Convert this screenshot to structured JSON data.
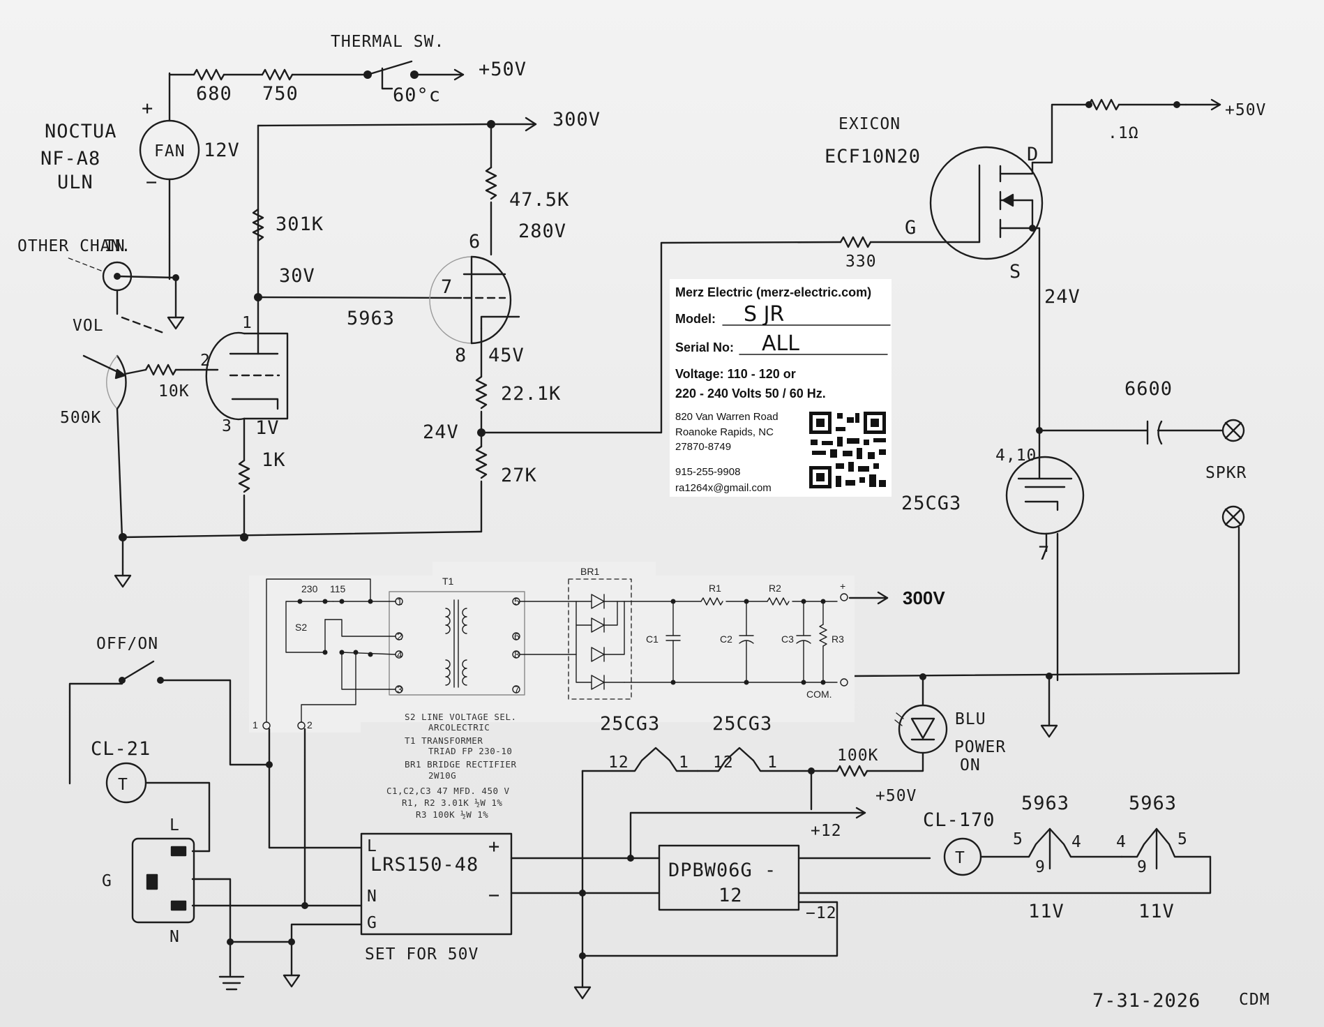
{
  "fan": {
    "brand": "NOCTUA",
    "model": "NF-A8",
    "variant": "ULN",
    "label": "FAN",
    "voltage": "12V",
    "plus": "+",
    "minus": "−"
  },
  "fan_chain": {
    "r1": "680",
    "r2": "750",
    "switch_label": "THERMAL SW.",
    "temp": "60°c",
    "supply": "+50V"
  },
  "input": {
    "other_channel": "OTHER CHAN.",
    "in": "IN",
    "vol": "VOL",
    "pot": "500K",
    "grid_r": "10K"
  },
  "tube_5963_left": {
    "pin1": "1",
    "pin2": "2",
    "pin3": "3",
    "plate_r": "301K",
    "plate_v": "30V",
    "cathode_v": "1V",
    "cathode_r": "1K"
  },
  "tube_5963_right": {
    "name": "5963",
    "pin6": "6",
    "pin7": "7",
    "pin8": "8",
    "plate_r": "47.5K",
    "plate_v": "280V",
    "cathode_v": "45V",
    "r_upper": "22.1K",
    "tap_v": "24V",
    "r_lower": "27K"
  },
  "rail_300": "300V",
  "mosfet": {
    "brand": "EXICON",
    "model": "ECF10N20",
    "d": "D",
    "g": "G",
    "s": "S",
    "gate_r": "330",
    "source_v": "24V",
    "drain_r": ".1Ω",
    "supply": "+50V"
  },
  "output": {
    "cap": "6600",
    "tube": "25CG3",
    "pins_top": "4,10",
    "pin_bottom": "7",
    "speaker": "SPKR"
  },
  "card": {
    "company": "Merz Electric (merz-electric.com)",
    "model_label": "Model:",
    "model_value": "S JR",
    "serial_label": "Serial No:",
    "serial_value": "ALL",
    "voltage_line1": "Voltage: 110 - 120 or",
    "voltage_line2": "220 - 240 Volts 50 / 60 Hz.",
    "addr1": "820 Van Warren Road",
    "addr2": "Roanoke Rapids, NC",
    "addr3": "27870-8749",
    "phone": "915-255-9908",
    "email": "ra1264x@gmail.com"
  },
  "psu": {
    "t1": "T1",
    "br1": "BR1",
    "s2": "S2",
    "tap230": "230",
    "tap115": "115",
    "pins_left": [
      "1",
      "2",
      "4",
      "3"
    ],
    "pins_right": [
      "5",
      "6",
      "8",
      "7"
    ],
    "c1": "C1",
    "c2": "C2",
    "c3": "C3",
    "r1": "R1",
    "r2": "R2",
    "r3": "R3",
    "plus": "+",
    "out": "300V",
    "com": "COM.",
    "term1": "1",
    "term2": "2"
  },
  "notes": [
    "S2  LINE VOLTAGE SEL.",
    "ARCOLECTRIC",
    "T1  TRANSFORMER",
    "TRIAD FP 230-10",
    "BR1  BRIDGE RECTIFIER",
    "2W10G",
    "C1,C2,C3  47 MFD. 450 V",
    "R1, R2  3.01K ½W 1%",
    "R3  100K ½W 1%"
  ],
  "mains": {
    "switch": "OFF/ON",
    "ntc": "CL-21",
    "ntc_symbol": "T",
    "l": "L",
    "g": "G",
    "n": "N"
  },
  "lrs": {
    "model": "LRS150-48",
    "l": "L",
    "n": "N",
    "g": "G",
    "plus": "+",
    "minus": "−",
    "setting": "SET FOR 50V"
  },
  "dc": {
    "model_line1": "DPBW06G -",
    "model_line2": "12",
    "plus12": "+12",
    "minus12": "−12",
    "supply": "+50V"
  },
  "heaters": {
    "left_tube": "25CG3",
    "right_tube": "25CG3",
    "pin12": "12",
    "pin1": "1",
    "r": "100K"
  },
  "led": {
    "line1": "BLU",
    "line2": "POWER",
    "line3": "ON"
  },
  "filaments": {
    "ntc": "CL-170",
    "ntc_symbol": "T",
    "tube_a": "5963",
    "tube_b": "5963",
    "p5": "5",
    "p4": "4",
    "p9": "9",
    "volts_a": "11V",
    "volts_b": "11V"
  },
  "signature": {
    "date": "7-31-2026",
    "initials": "CDM"
  }
}
